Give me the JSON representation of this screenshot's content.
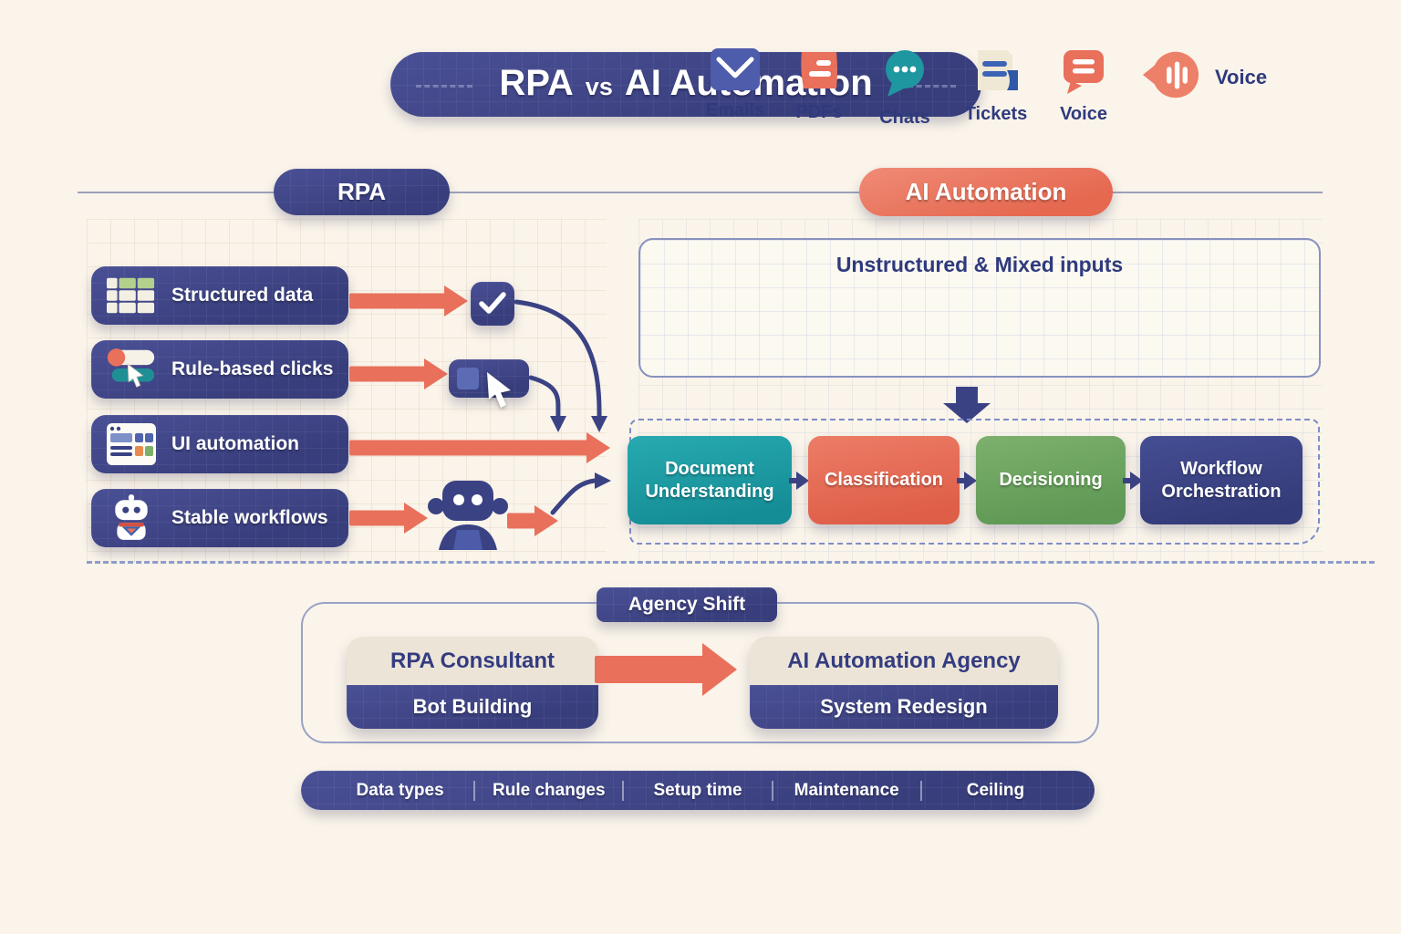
{
  "title": {
    "full": "RPA vs AI Automation",
    "left": "RPA",
    "middle": "vs",
    "right": "AI Automation"
  },
  "headers": {
    "rpa": "RPA",
    "ai": "AI Automation"
  },
  "features": [
    {
      "label": "Structured data",
      "icon": "table-icon"
    },
    {
      "label": "Rule-based clicks",
      "icon": "toggle-click-icon"
    },
    {
      "label": "UI automation",
      "icon": "browser-window-icon"
    },
    {
      "label": "Stable workflows",
      "icon": "robot-icon"
    }
  ],
  "inputs": {
    "title": "Unstructured & Mixed inputs",
    "items": [
      {
        "label": "Emails",
        "icon": "email-icon"
      },
      {
        "label": "PDFs",
        "icon": "pdf-icon"
      },
      {
        "label": "Chats",
        "icon": "chat-bubble-icon"
      },
      {
        "label": "Tickets",
        "icon": "ticket-icon"
      },
      {
        "label": "Voice",
        "icon": "voice-bubble-icon"
      }
    ],
    "voice_callout": {
      "label": "Voice",
      "icon": "voice-speaker-icon"
    }
  },
  "pipeline": {
    "stages": [
      {
        "label": "Document Understanding",
        "color": "#1f9fa6"
      },
      {
        "label": "Classification",
        "color": "#e6705a"
      },
      {
        "label": "Decisioning",
        "color": "#6ca460"
      },
      {
        "label": "Workflow Orchestration",
        "color": "#3a4186"
      }
    ]
  },
  "agency": {
    "title": "Agency Shift",
    "from": {
      "title": "RPA Consultant",
      "subtitle": "Bot Building"
    },
    "to": {
      "title": "AI Automation Agency",
      "subtitle": "System Redesign"
    }
  },
  "bar": {
    "items": [
      "Data types",
      "Rule changes",
      "Setup time",
      "Maintenance",
      "Ceiling"
    ]
  },
  "colors": {
    "navy": "#3b4284",
    "coral": "#e9705b",
    "teal": "#1f9fa6",
    "green": "#6ca460",
    "cream_background": "#faf4ea",
    "card_cream": "#ece5d7"
  }
}
